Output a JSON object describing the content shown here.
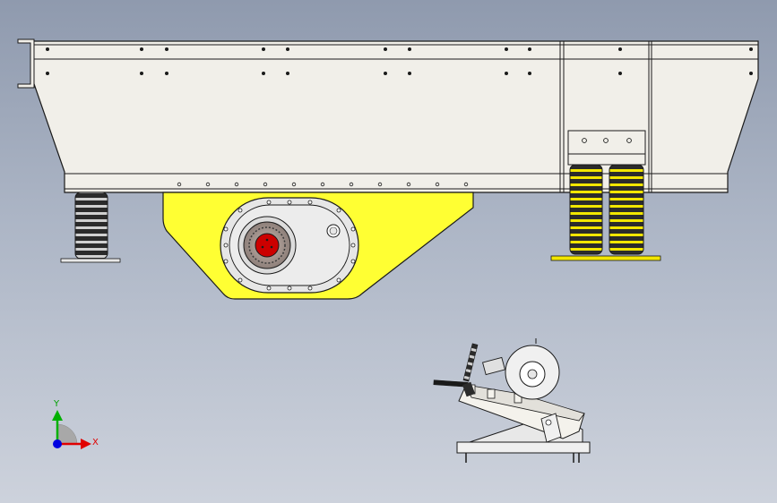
{
  "app": {
    "view": "cad-3d-viewport",
    "model": "vibrating-feeder-assembly"
  },
  "colors": {
    "background_top": "#8f9aae",
    "background_bottom": "#cdd2dc",
    "trough_fill": "#f1efe9",
    "outline": "#1a1a1a",
    "hopper_yellow": "#ffff33",
    "flange_grey": "#e6e6e6",
    "rotor_red": "#cc0000",
    "spring_dark": "#2b2b2b",
    "spring_yellow": "#f2e600",
    "axis_x": "#e00000",
    "axis_y": "#00b000",
    "axis_z": "#0000e0"
  },
  "triad": {
    "x_label": "X",
    "y_label": "Y"
  }
}
